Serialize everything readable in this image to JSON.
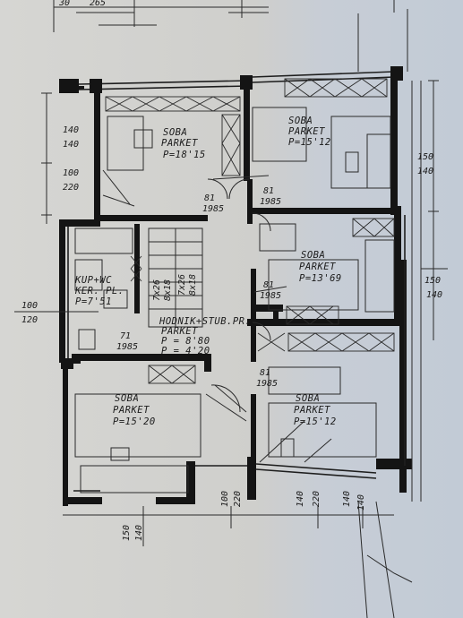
{
  "rooms": [
    {
      "name": "SOBA",
      "floor": "PARKET",
      "area": "P=18'15"
    },
    {
      "name": "SOBA",
      "floor": "PARKET",
      "area": "P=15'12"
    },
    {
      "name": "SOBA",
      "floor": "PARKET",
      "area": "P=13'69"
    },
    {
      "name": "SOBA",
      "floor": "PARKET",
      "area": "P=15'20"
    },
    {
      "name": "SOBA",
      "floor": "PARKET",
      "area": "P=15'12"
    }
  ],
  "bathroom": {
    "name": "KUP+WC",
    "floor": "KER. PL.",
    "area": "P=7'51"
  },
  "hallway": {
    "name": "HODNIK+STUB.PR.",
    "floor": "PARKET",
    "area1": "P = 8'80",
    "area2": "P = 4'20"
  },
  "stairs": [
    "7x26",
    "8x18",
    "7x26",
    "8x18"
  ],
  "left_dims": [
    {
      "top": "140",
      "bottom": "140"
    },
    {
      "top": "100",
      "bottom": "220"
    },
    {
      "top": "100",
      "bottom": "120"
    }
  ],
  "right_dims": [
    {
      "top": "150",
      "bottom": "140"
    },
    {
      "top": "150",
      "bottom": "140"
    }
  ],
  "door_dims": [
    {
      "top": "81",
      "bottom": "1985"
    },
    {
      "top": "81",
      "bottom": "1985"
    },
    {
      "top": "81",
      "bottom": "1985"
    },
    {
      "top": "71",
      "bottom": "1985"
    },
    {
      "top": "81",
      "bottom": "1985"
    }
  ],
  "bottom_dims": [
    {
      "top": "150",
      "bottom": "140"
    },
    {
      "top": "100",
      "bottom": "220"
    },
    {
      "top": "140",
      "bottom": "220"
    },
    {
      "top": "140",
      "bottom": "140"
    }
  ],
  "top_edge": [
    "30",
    "265"
  ]
}
